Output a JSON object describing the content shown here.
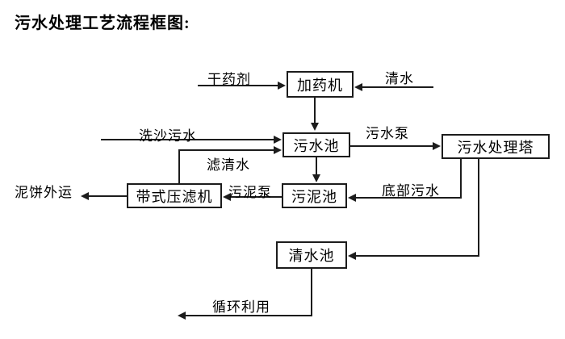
{
  "title": "污水处理工艺流程框图:",
  "nodes": {
    "dosing_machine": {
      "label": "加药机"
    },
    "sewage_pool": {
      "label": "污水池"
    },
    "treatment_tower": {
      "label": "污水处理塔"
    },
    "sludge_pool": {
      "label": "污泥池"
    },
    "belt_filter_press": {
      "label": "带式压滤机"
    },
    "clear_water_pool": {
      "label": "清水池"
    }
  },
  "flow_labels": {
    "dry_chemical": "干药剂",
    "clean_water": "清水",
    "sand_wash_sewage": "洗沙污水",
    "sewage_pump": "污水泵",
    "filtered_water": "滤清水",
    "sludge_pump": "污泥泵",
    "bottom_sewage": "底部污水",
    "mud_cake_outbound": "泥饼外运",
    "recycling": "循环利用"
  },
  "edges": [
    {
      "source": "external-input",
      "target": "dosing_machine",
      "label": "干药剂"
    },
    {
      "source": "external-input",
      "target": "dosing_machine",
      "label": "清水"
    },
    {
      "source": "dosing_machine",
      "target": "sewage_pool",
      "label": ""
    },
    {
      "source": "external-input",
      "target": "sewage_pool",
      "label": "洗沙污水"
    },
    {
      "source": "belt_filter_press",
      "target": "sewage_pool",
      "label": "滤清水"
    },
    {
      "source": "sewage_pool",
      "target": "treatment_tower",
      "label": "污水泵"
    },
    {
      "source": "sewage_pool",
      "target": "sludge_pool",
      "label": ""
    },
    {
      "source": "treatment_tower",
      "target": "sludge_pool",
      "label": "底部污水"
    },
    {
      "source": "sludge_pool",
      "target": "belt_filter_press",
      "label": "污泥泵"
    },
    {
      "source": "belt_filter_press",
      "target": "external-output",
      "label": "泥饼外运"
    },
    {
      "source": "treatment_tower",
      "target": "clear_water_pool",
      "label": ""
    },
    {
      "source": "clear_water_pool",
      "target": "external-output",
      "label": "循环利用"
    }
  ],
  "colors": {
    "background": "#ffffff",
    "line": "#1c1c1c",
    "text": "#000000"
  }
}
